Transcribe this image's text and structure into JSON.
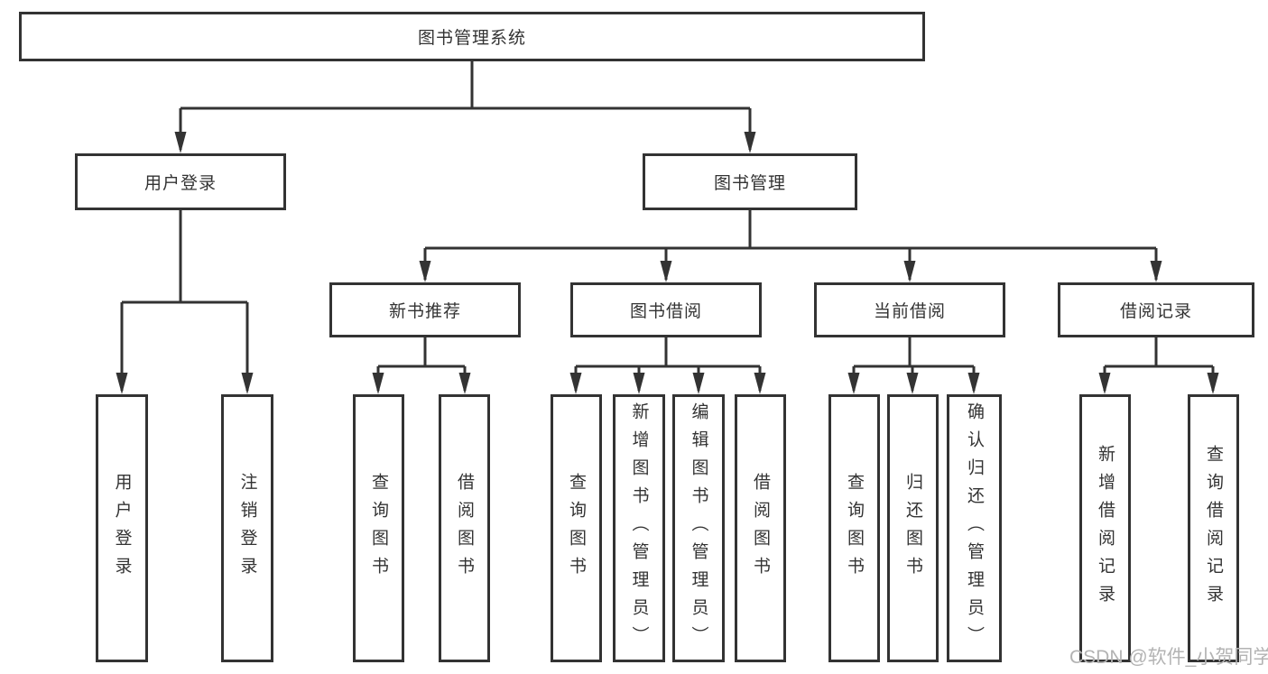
{
  "diagram": {
    "root": "图书管理系统",
    "branches": [
      {
        "label": "用户登录",
        "children": [
          "用户登录",
          "注销登录"
        ]
      },
      {
        "label": "图书管理",
        "groups": [
          {
            "label": "新书推荐",
            "children": [
              "查询图书",
              "借阅图书"
            ]
          },
          {
            "label": "图书借阅",
            "children": [
              "查询图书",
              "新增图书（管理员）",
              "编辑图书（管理员）",
              "借阅图书"
            ]
          },
          {
            "label": "当前借阅",
            "children": [
              "查询图书",
              "归还图书",
              "确认归还（管理员）"
            ]
          },
          {
            "label": "借阅记录",
            "children": [
              "新增借阅记录",
              "查询借阅记录"
            ]
          }
        ]
      }
    ],
    "colors": {
      "line": "#333333",
      "box_background": "#ffffff",
      "watermark": "#b3b3b3"
    },
    "watermark": "CSDN @软件_小贺同学"
  }
}
